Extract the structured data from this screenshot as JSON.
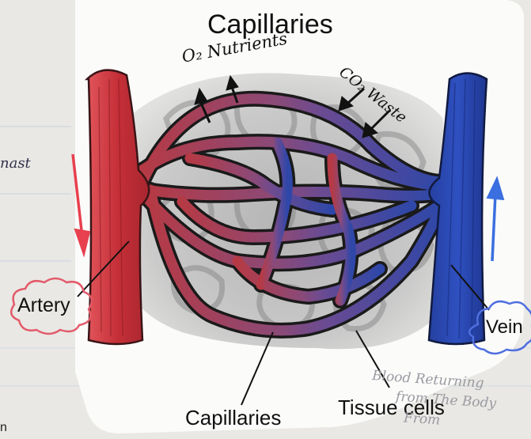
{
  "diagram": {
    "title": "Capillaries",
    "labels": {
      "o2_nutrients": "O₂ Nutrients",
      "co2_waste": "CO₂ Waste",
      "artery": "Artery",
      "vein": "Vein",
      "capillaries": "Capillaries",
      "tissue_cells": "Tissue cells"
    },
    "colors": {
      "artery": "#c8353a",
      "vein": "#2a4bb3",
      "capillary_mix": "#6c4b8a",
      "arrow_artery": "#e8404e",
      "arrow_vein": "#3b6fe0",
      "cloud_artery": "#e35a6a",
      "cloud_vein": "#4f6fe0"
    }
  },
  "notebook": {
    "margin_word": "nast",
    "note_lines": [
      "Blood Returning",
      "from The Body",
      "From"
    ],
    "edge_mark": "n"
  }
}
